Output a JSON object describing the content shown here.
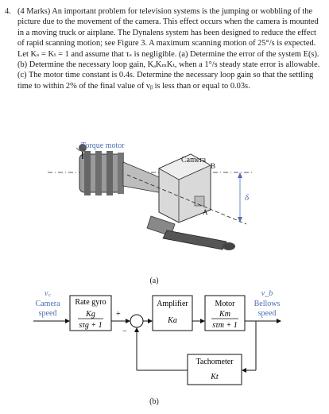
{
  "problem": {
    "number": "4.",
    "text": "(4 Marks) An important problem for television systems is the jumping or wobbling of the picture due to the movement of the camera. This effect occurs when the camera is mounted in a moving truck or airplane. The Dynalens system has been designed to reduce the effect of rapid scanning motion; see Figure 3. A maximum scanning motion of 25°/s is expected. Let Kₛ = Kₜ = 1 and assume that τₛ is negligible. (a) Determine the error of the system E(s). (b) Determine the necessary loop gain, KₐKₘKₜ, when a 1°/s steady state error is allowable. (c) The motor time constant is 0.4s. Determine the necessary loop gain so that the settling time to within 2% of the final value of vᵦ is less than or equal to 0.03s."
  },
  "figure_a": {
    "labels": {
      "torque_motor": "Torque motor",
      "camera": "Camera",
      "point_b": "B",
      "point_a": "A",
      "delta": "δ"
    },
    "caption": "(a)"
  },
  "figure_b": {
    "input": {
      "symbol": "v꜀",
      "line1": "Camera",
      "line2": "speed"
    },
    "output": {
      "symbol": "v_b",
      "line1": "Bellows",
      "line2": "speed"
    },
    "blocks": {
      "rate_gyro": {
        "title": "Rate gyro",
        "num": "Kg",
        "den": "sτg + 1"
      },
      "amplifier": {
        "title": "Amplifier",
        "gain": "Ka"
      },
      "motor": {
        "title": "Motor",
        "num": "Km",
        "den": "sτm + 1"
      },
      "tachometer": {
        "title": "Tachometer",
        "gain": "Kt"
      }
    },
    "signs": {
      "plus": "+",
      "minus": "−"
    },
    "caption": "(b)"
  },
  "colors": {
    "label_blue": "#4a6fb0",
    "ink": "#1a1a1a"
  }
}
